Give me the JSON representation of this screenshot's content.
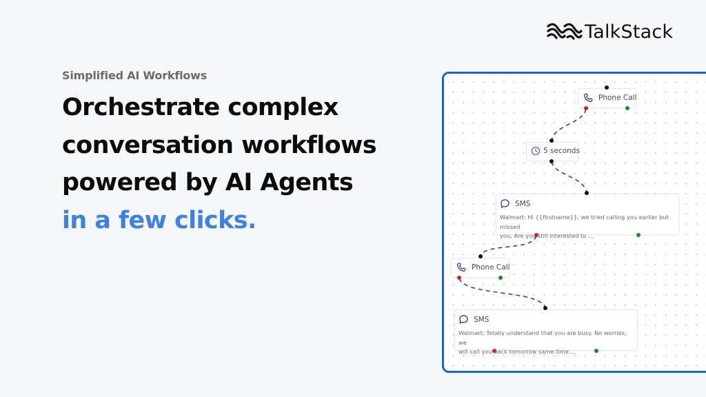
{
  "brand": {
    "name": "TalkStack",
    "logo_icon": "double-wave-icon"
  },
  "hero": {
    "eyebrow": "Simplified AI Workflows",
    "headline_lines": [
      "Orchestrate complex",
      "conversation workflows",
      "powered by AI Agents"
    ],
    "accent_line": "in a few clicks.",
    "accent_color": "#3d82e0"
  },
  "workflow_panel": {
    "border_color": "#1a63d3",
    "edge_color": "#3a3f86",
    "handle_colors": {
      "input": "#111111",
      "fail": "#d42020",
      "success": "#1a8a2a"
    },
    "nodes": [
      {
        "type": "phone-call",
        "icon": "phone-icon",
        "title": "Phone Call"
      },
      {
        "type": "delay",
        "icon": "clock-icon",
        "title": "5 seconds"
      },
      {
        "type": "sms",
        "icon": "chat-bubble-icon",
        "title": "SMS",
        "message_lines": [
          "Walmart: Hi {{firstname}}, we tried calling you earlier but missed",
          "you. Are you still interested to ..."
        ]
      },
      {
        "type": "phone-call",
        "icon": "phone-icon",
        "title": "Phone Call"
      },
      {
        "type": "sms",
        "icon": "chat-bubble-icon",
        "title": "SMS",
        "message_lines": [
          "Walmart: Totally understand that you are busy. No worries, we",
          "will call you back tomorrow same time...."
        ]
      }
    ]
  }
}
